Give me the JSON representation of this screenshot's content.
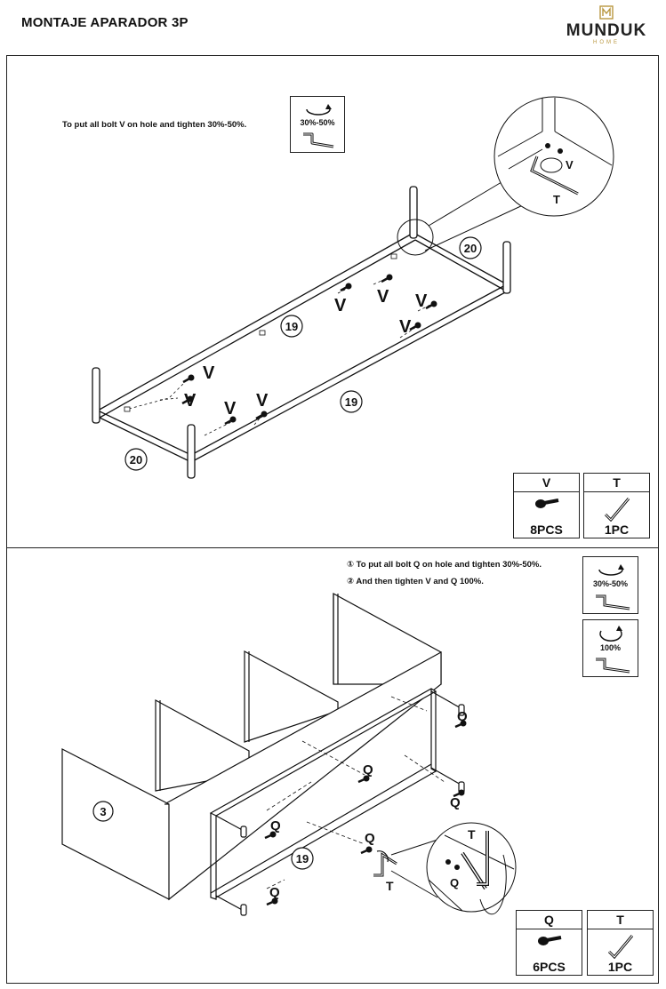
{
  "header": {
    "title": "MONTAJE APARADOR 3P",
    "logo_word": "MUNDUK",
    "logo_sub": "HOME"
  },
  "step1": {
    "instruction": "To put all bolt V on hole and tighten 30%-50%.",
    "torque_label": "30%-50%",
    "part_labels": {
      "bolt": "V",
      "tool": "T",
      "rail": "19",
      "end": "20"
    },
    "parts": [
      {
        "letter": "V",
        "qty": "8PCS",
        "icon": "bolt-icon"
      },
      {
        "letter": "T",
        "qty": "1PC",
        "icon": "allen-key-icon"
      }
    ]
  },
  "step2": {
    "instruction_1": "① To put all bolt Q on hole and tighten 30%-50%.",
    "instruction_2": "② And then tighten V and Q 100%.",
    "torque_label_1": "30%-50%",
    "torque_label_2": "100%",
    "part_labels": {
      "bolt": "Q",
      "tool": "T",
      "panel": "3",
      "rail": "19"
    },
    "parts": [
      {
        "letter": "Q",
        "qty": "6PCS",
        "icon": "bolt-icon"
      },
      {
        "letter": "T",
        "qty": "1PC",
        "icon": "allen-key-icon"
      }
    ]
  }
}
